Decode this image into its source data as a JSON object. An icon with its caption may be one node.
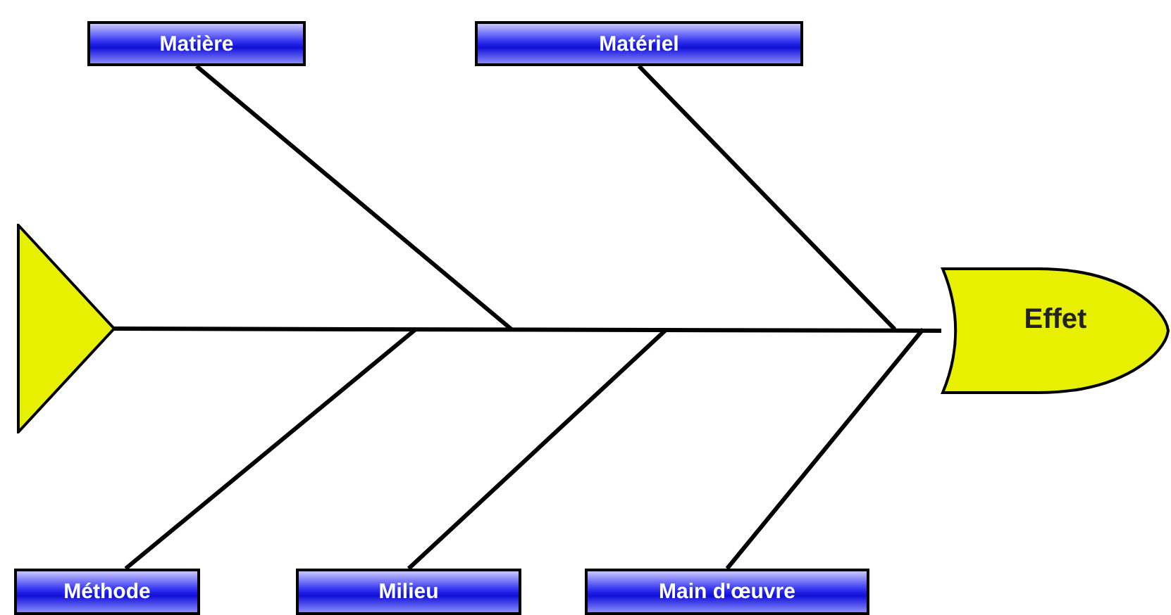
{
  "diagram": {
    "nodes": [
      {
        "text": [
          "Matière"
        ]
      },
      {
        "text": [
          "Matériel"
        ]
      },
      {
        "text": [],
        "shape": "triangle"
      },
      {
        "text": [
          "Effet"
        ]
      },
      {
        "text": [
          "Méthode"
        ]
      },
      {
        "text": [
          "Milieu"
        ]
      },
      {
        "text": [
          "Main d'œuvre"
        ]
      }
    ],
    "edges": [
      {
        "from": 2,
        "to": 3,
        "arrow": "none"
      },
      {
        "from": 0,
        "to": null,
        "arrow": "none"
      },
      {
        "from": 1,
        "to": null,
        "arrow": "none"
      },
      {
        "from": 4,
        "to": null,
        "arrow": "none"
      },
      {
        "from": 5,
        "to": null,
        "arrow": "none"
      },
      {
        "from": 6,
        "to": null,
        "arrow": "none"
      }
    ]
  }
}
